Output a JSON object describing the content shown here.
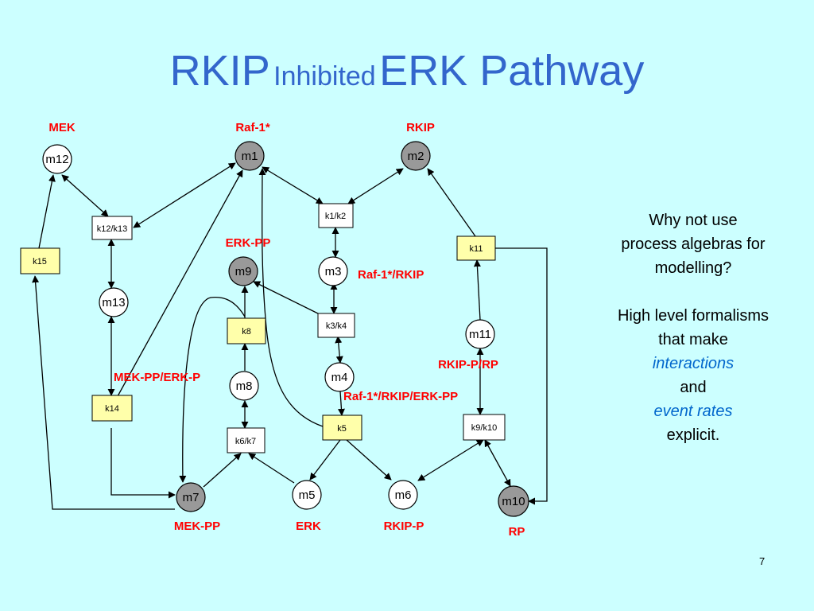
{
  "title": {
    "part1": "RKIP",
    "part2": "Inhibited",
    "part3": "ERK Pathway"
  },
  "nodes": {
    "m1": "m1",
    "m2": "m2",
    "m3": "m3",
    "m4": "m4",
    "m5": "m5",
    "m6": "m6",
    "m7": "m7",
    "m8": "m8",
    "m9": "m9",
    "m10": "m10",
    "m11": "m11",
    "m12": "m12",
    "m13": "m13"
  },
  "reactions": {
    "k1k2": "k1/k2",
    "k3k4": "k3/k4",
    "k5": "k5",
    "k6k7": "k6/k7",
    "k8": "k8",
    "k9k10": "k9/k10",
    "k11": "k11",
    "k12k13": "k12/k13",
    "k14": "k14",
    "k15": "k15"
  },
  "labels": {
    "mek": "MEK",
    "raf1": "Raf-1*",
    "rkip": "RKIP",
    "erkpp": "ERK-PP",
    "raf1rkip": "Raf-1*/RKIP",
    "rkipprp": "RKIP-P/RP",
    "mekpperkp": "MEK-PP/ERK-P",
    "raf1rkiperkpp": "Raf-1*/RKIP/ERK-PP",
    "mekpp": "MEK-PP",
    "erk": "ERK",
    "rkipp": "RKIP-P",
    "rp": "RP"
  },
  "side": {
    "line1": "Why not use",
    "line2": "process algebras for",
    "line3": "modelling?",
    "line4": "High level formalisms",
    "line5": "that make",
    "line6": "interactions",
    "line7": "and",
    "line8": "event rates",
    "line9": "explicit."
  },
  "page_number": "7",
  "colors": {
    "background": "#ccffff",
    "title": "#3366cc",
    "label_red": "#ff0000",
    "emphasis_blue": "#0066cc",
    "node_filled": "#999999",
    "reaction_box": "#ffffaa"
  }
}
